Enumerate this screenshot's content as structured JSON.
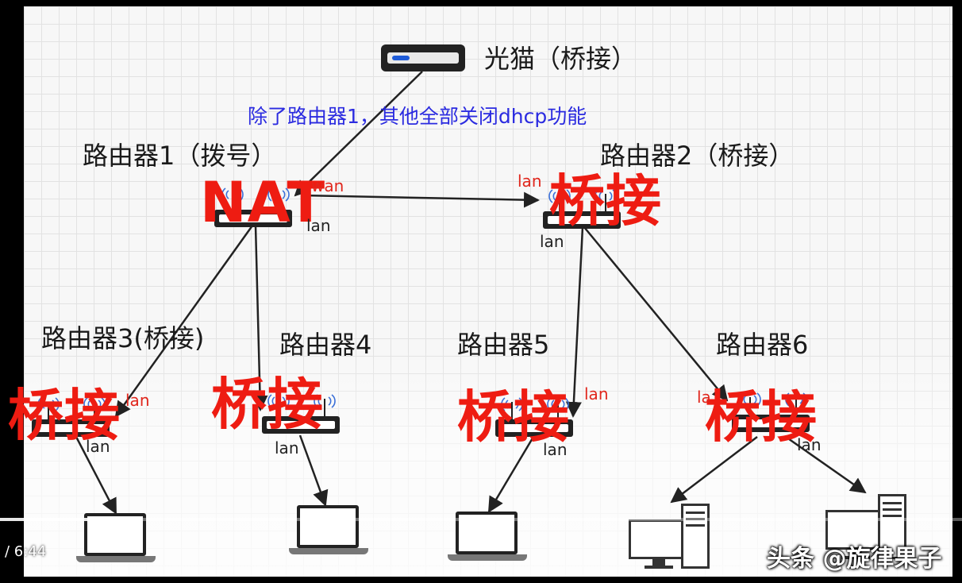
{
  "modem": {
    "label": "光猫（桥接）"
  },
  "note": "除了路由器1，其他全部关闭dhcp功能",
  "routers": {
    "r1": {
      "label": "路由器1（拨号）",
      "mode": "NAT",
      "port_wan": "wan",
      "port_lan": "lan"
    },
    "r2": {
      "label": "路由器2（桥接）",
      "mode": "桥接",
      "port_in": "lan",
      "port_lan": "lan"
    },
    "r3": {
      "label": "路由器3(桥接)",
      "mode": "桥接",
      "port_in": "lan",
      "port_lan": "lan"
    },
    "r4": {
      "label": "路由器4",
      "mode": "桥接",
      "port_lan": "lan"
    },
    "r5": {
      "label": "路由器5",
      "mode": "桥接",
      "port_in": "lan",
      "port_lan": "lan"
    },
    "r6": {
      "label": "路由器6",
      "mode": "桥接",
      "port_in": "la",
      "port_lan": "lan"
    }
  },
  "player": {
    "time": "/ 6:44",
    "progress_percent": 13
  },
  "watermark": "头条 @旋律果子",
  "icons": {
    "modem": "modem-icon",
    "router": "router-icon",
    "antenna": "antenna-icon",
    "laptop": "laptop-icon",
    "desktop": "desktop-pc-icon"
  },
  "colors": {
    "mode_red": "#ee1c12",
    "note_blue": "#2b2be0",
    "port_red": "#e0261c"
  }
}
